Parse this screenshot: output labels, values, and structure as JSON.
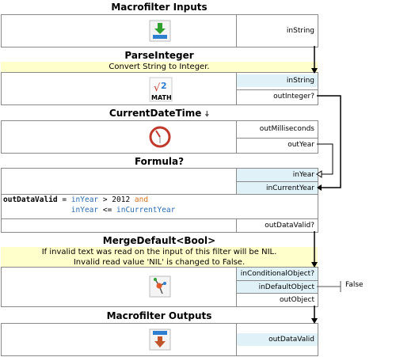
{
  "blocks": {
    "inputs": {
      "title": "Macrofilter Inputs",
      "ports": [
        "inString"
      ]
    },
    "parse": {
      "title": "ParseInteger",
      "note": "Convert String to Integer.",
      "icon_label": "MATH",
      "ports": [
        "inString",
        "outInteger?"
      ]
    },
    "time": {
      "title": "CurrentDateTime",
      "title_marker": "🡇",
      "ports": [
        "outMilliseconds",
        "outYear"
      ]
    },
    "formula": {
      "title": "Formula?",
      "ports_in": [
        "inYear",
        "inCurrentYear"
      ],
      "code_line1_var": "outDataValid",
      "code_line1_eq": " = ",
      "code_line1_a": "inYear",
      "code_line1_op": " > 2012 ",
      "code_line1_and": "and",
      "code_line2_indent": "               ",
      "code_line2_a": "inYear",
      "code_line2_op": " <= ",
      "code_line2_b": "inCurrentYear",
      "ports_out": [
        "outDataValid?"
      ]
    },
    "merge": {
      "title": "MergeDefault<Bool>",
      "note_line1": "If invalid text was read on the input of this filter will be NIL.",
      "note_line2": "Invalid read value 'NIL' is changed to False.",
      "ports": [
        "inConditionalObject?",
        "inDefaultObject",
        "outObject"
      ],
      "default_value": "False"
    },
    "outputs": {
      "title": "Macrofilter Outputs",
      "ports": [
        "outDataValid"
      ]
    }
  },
  "colors": {
    "input_port_bg": "#e0f2f8",
    "note_bg": "#ffffcc",
    "border": "#8a8a8a",
    "wire": "#000000"
  }
}
